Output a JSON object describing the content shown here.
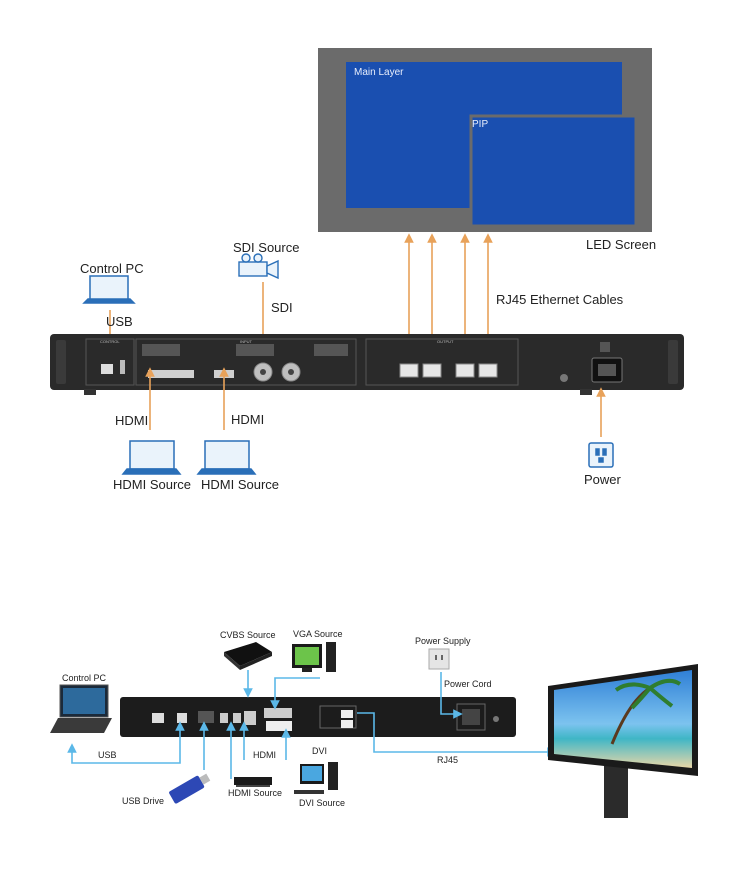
{
  "top_diagram": {
    "screen": {
      "main_layer": "Main Layer",
      "pip": "PIP",
      "caption": "LED Screen"
    },
    "cables_label": "RJ45 Ethernet Cables",
    "control_pc": {
      "label": "Control PC",
      "cable": "USB"
    },
    "sdi": {
      "label": "SDI Source",
      "cable": "SDI"
    },
    "hdmi_sources": [
      {
        "cable": "HDMI",
        "label": "HDMI Source"
      },
      {
        "cable": "HDMI",
        "label": "HDMI Source"
      }
    ],
    "power": {
      "label": "Power"
    },
    "device_panels": {
      "control": "CONTROL",
      "input": "INPUT",
      "output": "OUTPUT"
    },
    "colors": {
      "screen_bezel": "#6b6b6b",
      "screen_blue": "#1a4fb0",
      "cable_orange": "#e8a25a",
      "device_body": "#2a2a2a"
    }
  },
  "bottom_diagram": {
    "cvbs_source": "CVBS Source",
    "vga_source": "VGA Source",
    "power_supply": "Power Supply",
    "power_cord": "Power Cord",
    "control_pc": "Control PC",
    "usb": "USB",
    "usb_drive": "USB Drive",
    "hdmi": "HDMI",
    "hdmi_source": "HDMI Source",
    "dvi": "DVI",
    "dvi_source": "DVI Source",
    "rj45": "RJ45",
    "colors": {
      "cable_blue": "#5bb8e8",
      "device_body": "#1c1c1c"
    }
  }
}
